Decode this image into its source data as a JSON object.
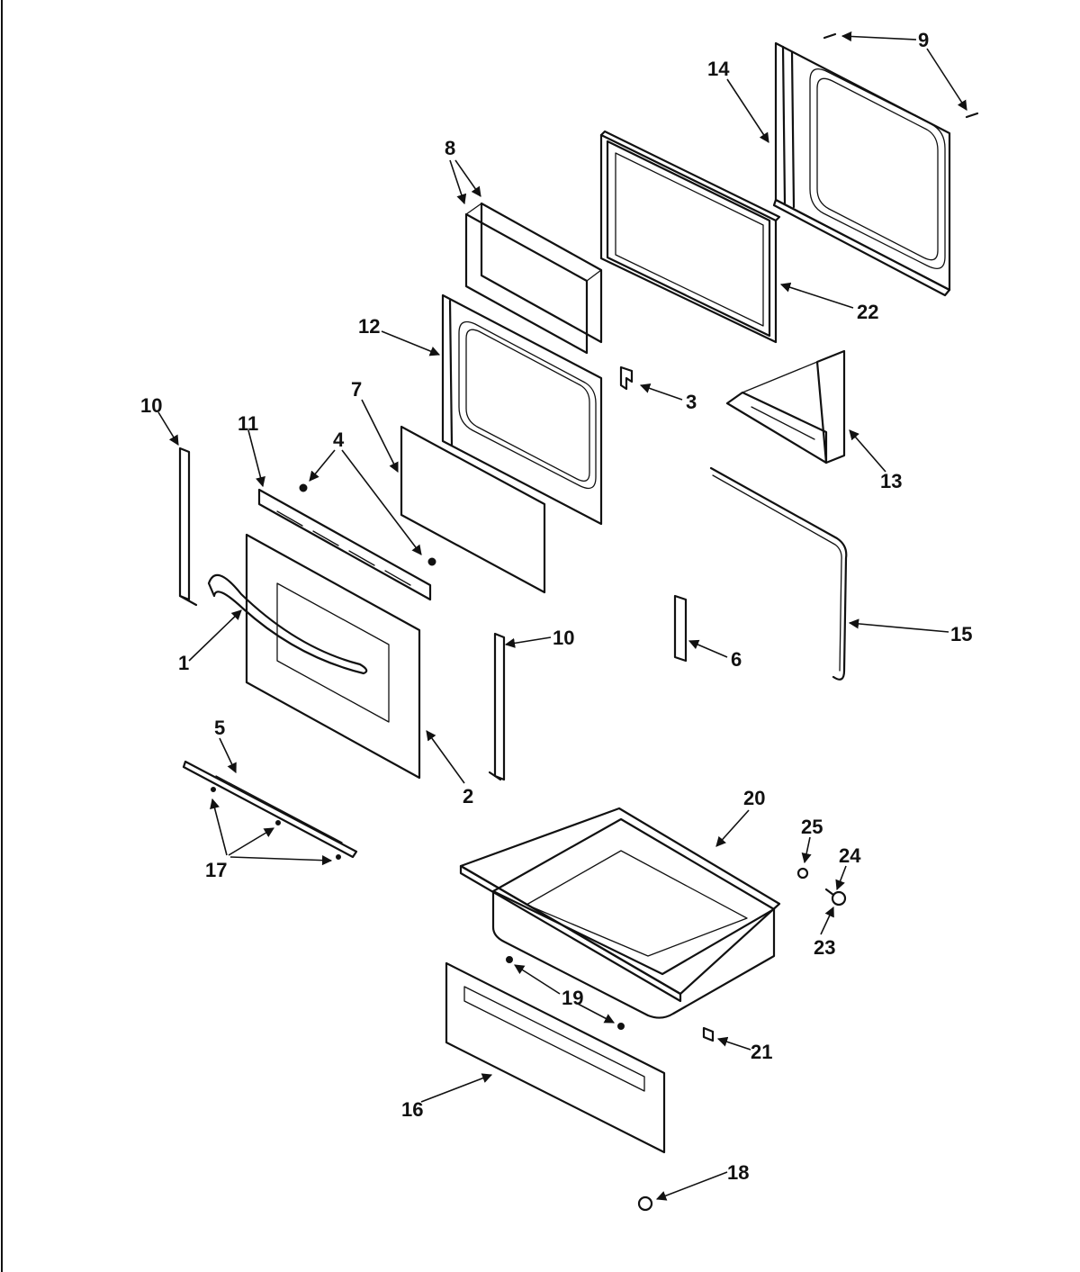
{
  "diagram": {
    "callouts": {
      "c1": "1",
      "c2": "2",
      "c3": "3",
      "c4": "4",
      "c5": "5",
      "c6": "6",
      "c7": "7",
      "c8": "8",
      "c9": "9",
      "c10a": "10",
      "c10b": "10",
      "c11": "11",
      "c12": "12",
      "c13": "13",
      "c14": "14",
      "c15": "15",
      "c16": "16",
      "c17": "17",
      "c18": "18",
      "c19": "19",
      "c20": "20",
      "c21": "21",
      "c22": "22",
      "c23": "23",
      "c24": "24",
      "c25": "25"
    }
  }
}
